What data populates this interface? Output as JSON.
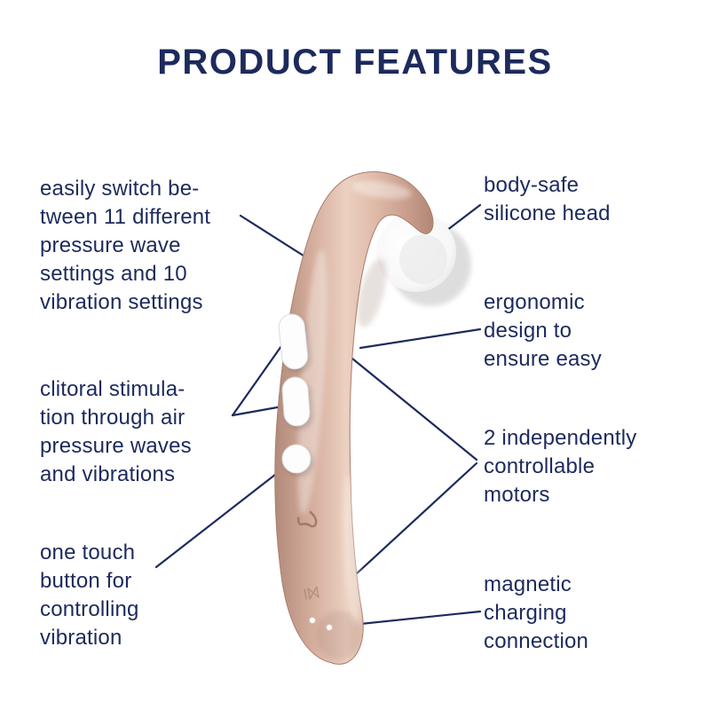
{
  "title": "PRODUCT FEATURES",
  "colors": {
    "text_navy": "#1d2a5c",
    "connector_line": "#1d2a5c",
    "device_rose_gold": "#d6af9e",
    "device_rose_dark": "#b28a7b",
    "device_rose_light": "#ecd0c0",
    "silicone_head_white": "#ffffff",
    "background": "#ffffff"
  },
  "annotations": {
    "left": [
      {
        "id": "pressure-settings",
        "lines": [
          "easily switch be-",
          "tween 11 different",
          "pressure wave",
          "settings and 10",
          "vibration settings"
        ]
      },
      {
        "id": "clitoral-stimulation",
        "lines": [
          "clitoral stimula-",
          "tion through air",
          "pressure waves",
          "and vibrations"
        ]
      },
      {
        "id": "one-touch-button",
        "lines": [
          "one touch",
          "button for",
          "controlling",
          "vibration"
        ]
      }
    ],
    "right": [
      {
        "id": "silicone-head",
        "lines": [
          "body-safe",
          "silicone head"
        ]
      },
      {
        "id": "ergonomic-design",
        "lines": [
          "ergonomic",
          "design to",
          "ensure easy"
        ]
      },
      {
        "id": "dual-motors",
        "lines": [
          "2 independently",
          "controllable",
          "motors"
        ]
      },
      {
        "id": "magnetic-charging",
        "lines": [
          "magnetic",
          "charging",
          "connection"
        ]
      }
    ]
  },
  "icons": {
    "brand_logo": "satisfyer-logo-icon"
  }
}
